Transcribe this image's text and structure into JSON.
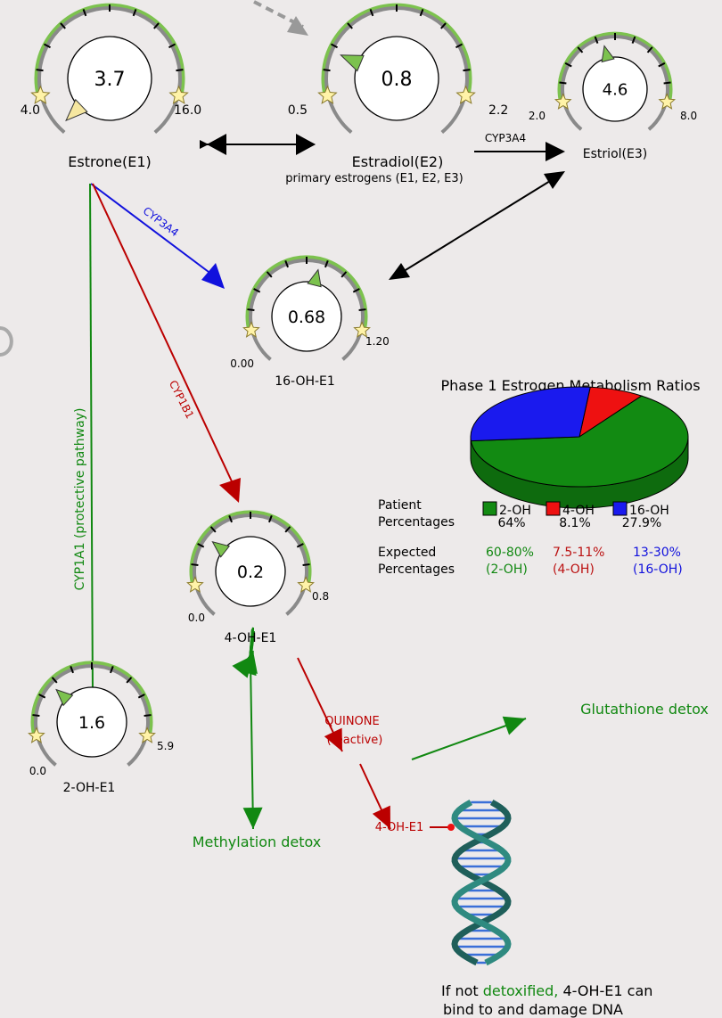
{
  "gauges": [
    {
      "id": "e1",
      "name": "Estrone(E1)",
      "value": "3.7",
      "low": "4.0",
      "high": "16.0",
      "val": 3.7,
      "min": 4.0,
      "max": 16.0
    },
    {
      "id": "e2",
      "name": "Estradiol(E2)",
      "value": "0.8",
      "low": "0.5",
      "high": "2.2",
      "val": 0.8,
      "min": 0.5,
      "max": 2.2
    },
    {
      "id": "e3",
      "name": "Estriol(E3)",
      "value": "4.6",
      "low": "2.0",
      "high": "8.0",
      "val": 4.6,
      "min": 2.0,
      "max": 8.0
    },
    {
      "id": "oh16",
      "name": "16-OH-E1",
      "value": "0.68",
      "low": "0.00",
      "high": "1.20",
      "val": 0.68,
      "min": 0.0,
      "max": 1.2
    },
    {
      "id": "oh4",
      "name": "4-OH-E1",
      "value": "0.2",
      "low": "0.0",
      "high": "0.8",
      "val": 0.2,
      "min": 0.0,
      "max": 0.8
    },
    {
      "id": "oh2",
      "name": "2-OH-E1",
      "value": "1.6",
      "low": "0.0",
      "high": "5.9",
      "val": 1.6,
      "min": 0.0,
      "max": 5.9
    }
  ],
  "labels": {
    "primary_estrogens": "primary estrogens (E1, E2, E3)",
    "cyp3a4_e2_e3": "CYP3A4",
    "cyp3a4_e1_16": "CYP3A4",
    "cyp1b1": "CYP1B1",
    "cyp1a1": "CYP1A1 (protective pathway)",
    "quinone": "QUINONE",
    "reactive": "(reactive)",
    "glutathione": "Glutathione detox",
    "methylation": "Methylation detox",
    "dna_label": "4-OH-E1",
    "footer_a": "If not ",
    "footer_b": "detoxified,",
    "footer_c": " 4-OH-E1 can",
    "footer_2": "bind to and damage DNA"
  },
  "chart_data": {
    "type": "pie",
    "title": "Phase 1 Estrogen Metabolism Ratios",
    "categories": [
      "2-OH",
      "4-OH",
      "16-OH"
    ],
    "values": [
      64,
      8.1,
      27.9
    ],
    "colors": [
      "#128a12",
      "#ee1111",
      "#1a1aee"
    ],
    "patient_label": [
      "Patient",
      "Percentages"
    ],
    "patient_values": [
      "64%",
      "8.1%",
      "27.9%"
    ],
    "expected_label": [
      "Expected",
      "Percentages"
    ],
    "expected_ranges": [
      "60-80%",
      "7.5-11%",
      "13-30%"
    ],
    "expected_names": [
      "(2-OH)",
      "(4-OH)",
      "(16-OH)"
    ]
  }
}
